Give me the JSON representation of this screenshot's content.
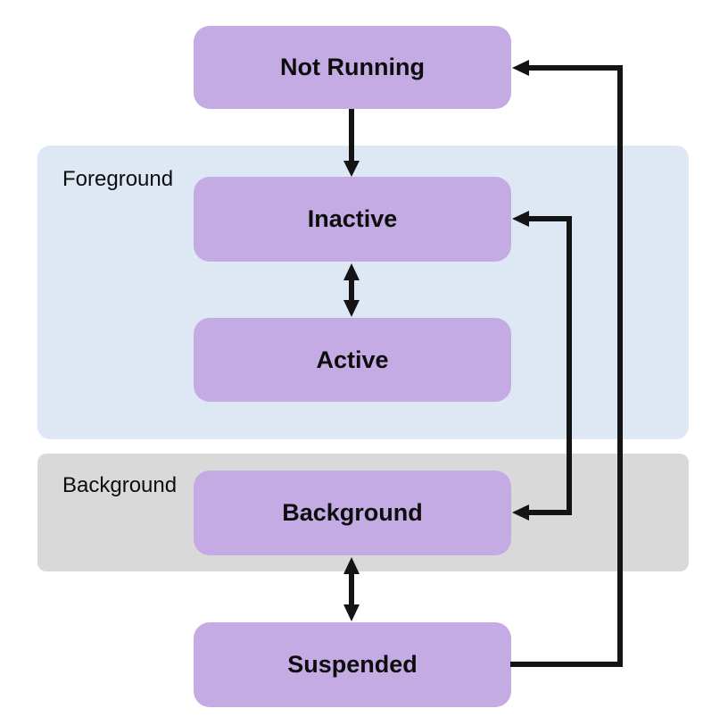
{
  "colors": {
    "state_fill": "#c5abe4",
    "region_foreground": "#dde8f4",
    "region_background": "#d9d9d9",
    "arrow": "#141414",
    "text": "#0d0d0d"
  },
  "diagram": {
    "regions": {
      "foreground": {
        "label": "Foreground"
      },
      "background": {
        "label": "Background"
      }
    },
    "states": {
      "not_running": {
        "label": "Not Running"
      },
      "inactive": {
        "label": "Inactive"
      },
      "active": {
        "label": "Active"
      },
      "background": {
        "label": "Background"
      },
      "suspended": {
        "label": "Suspended"
      }
    },
    "edges": [
      {
        "from": "Not Running",
        "to": "Inactive",
        "direction": "one-way",
        "description": "Not Running to Inactive"
      },
      {
        "from": "Inactive",
        "to": "Active",
        "direction": "two-way",
        "description": "Inactive and Active bidirectional"
      },
      {
        "from": "Inactive",
        "to": "Background",
        "direction": "two-way",
        "description": "Inactive and Background bidirectional via right side"
      },
      {
        "from": "Background",
        "to": "Suspended",
        "direction": "two-way",
        "description": "Background and Suspended bidirectional"
      },
      {
        "from": "Suspended",
        "to": "Not Running",
        "direction": "one-way",
        "description": "Suspended to Not Running via right side"
      }
    ]
  }
}
